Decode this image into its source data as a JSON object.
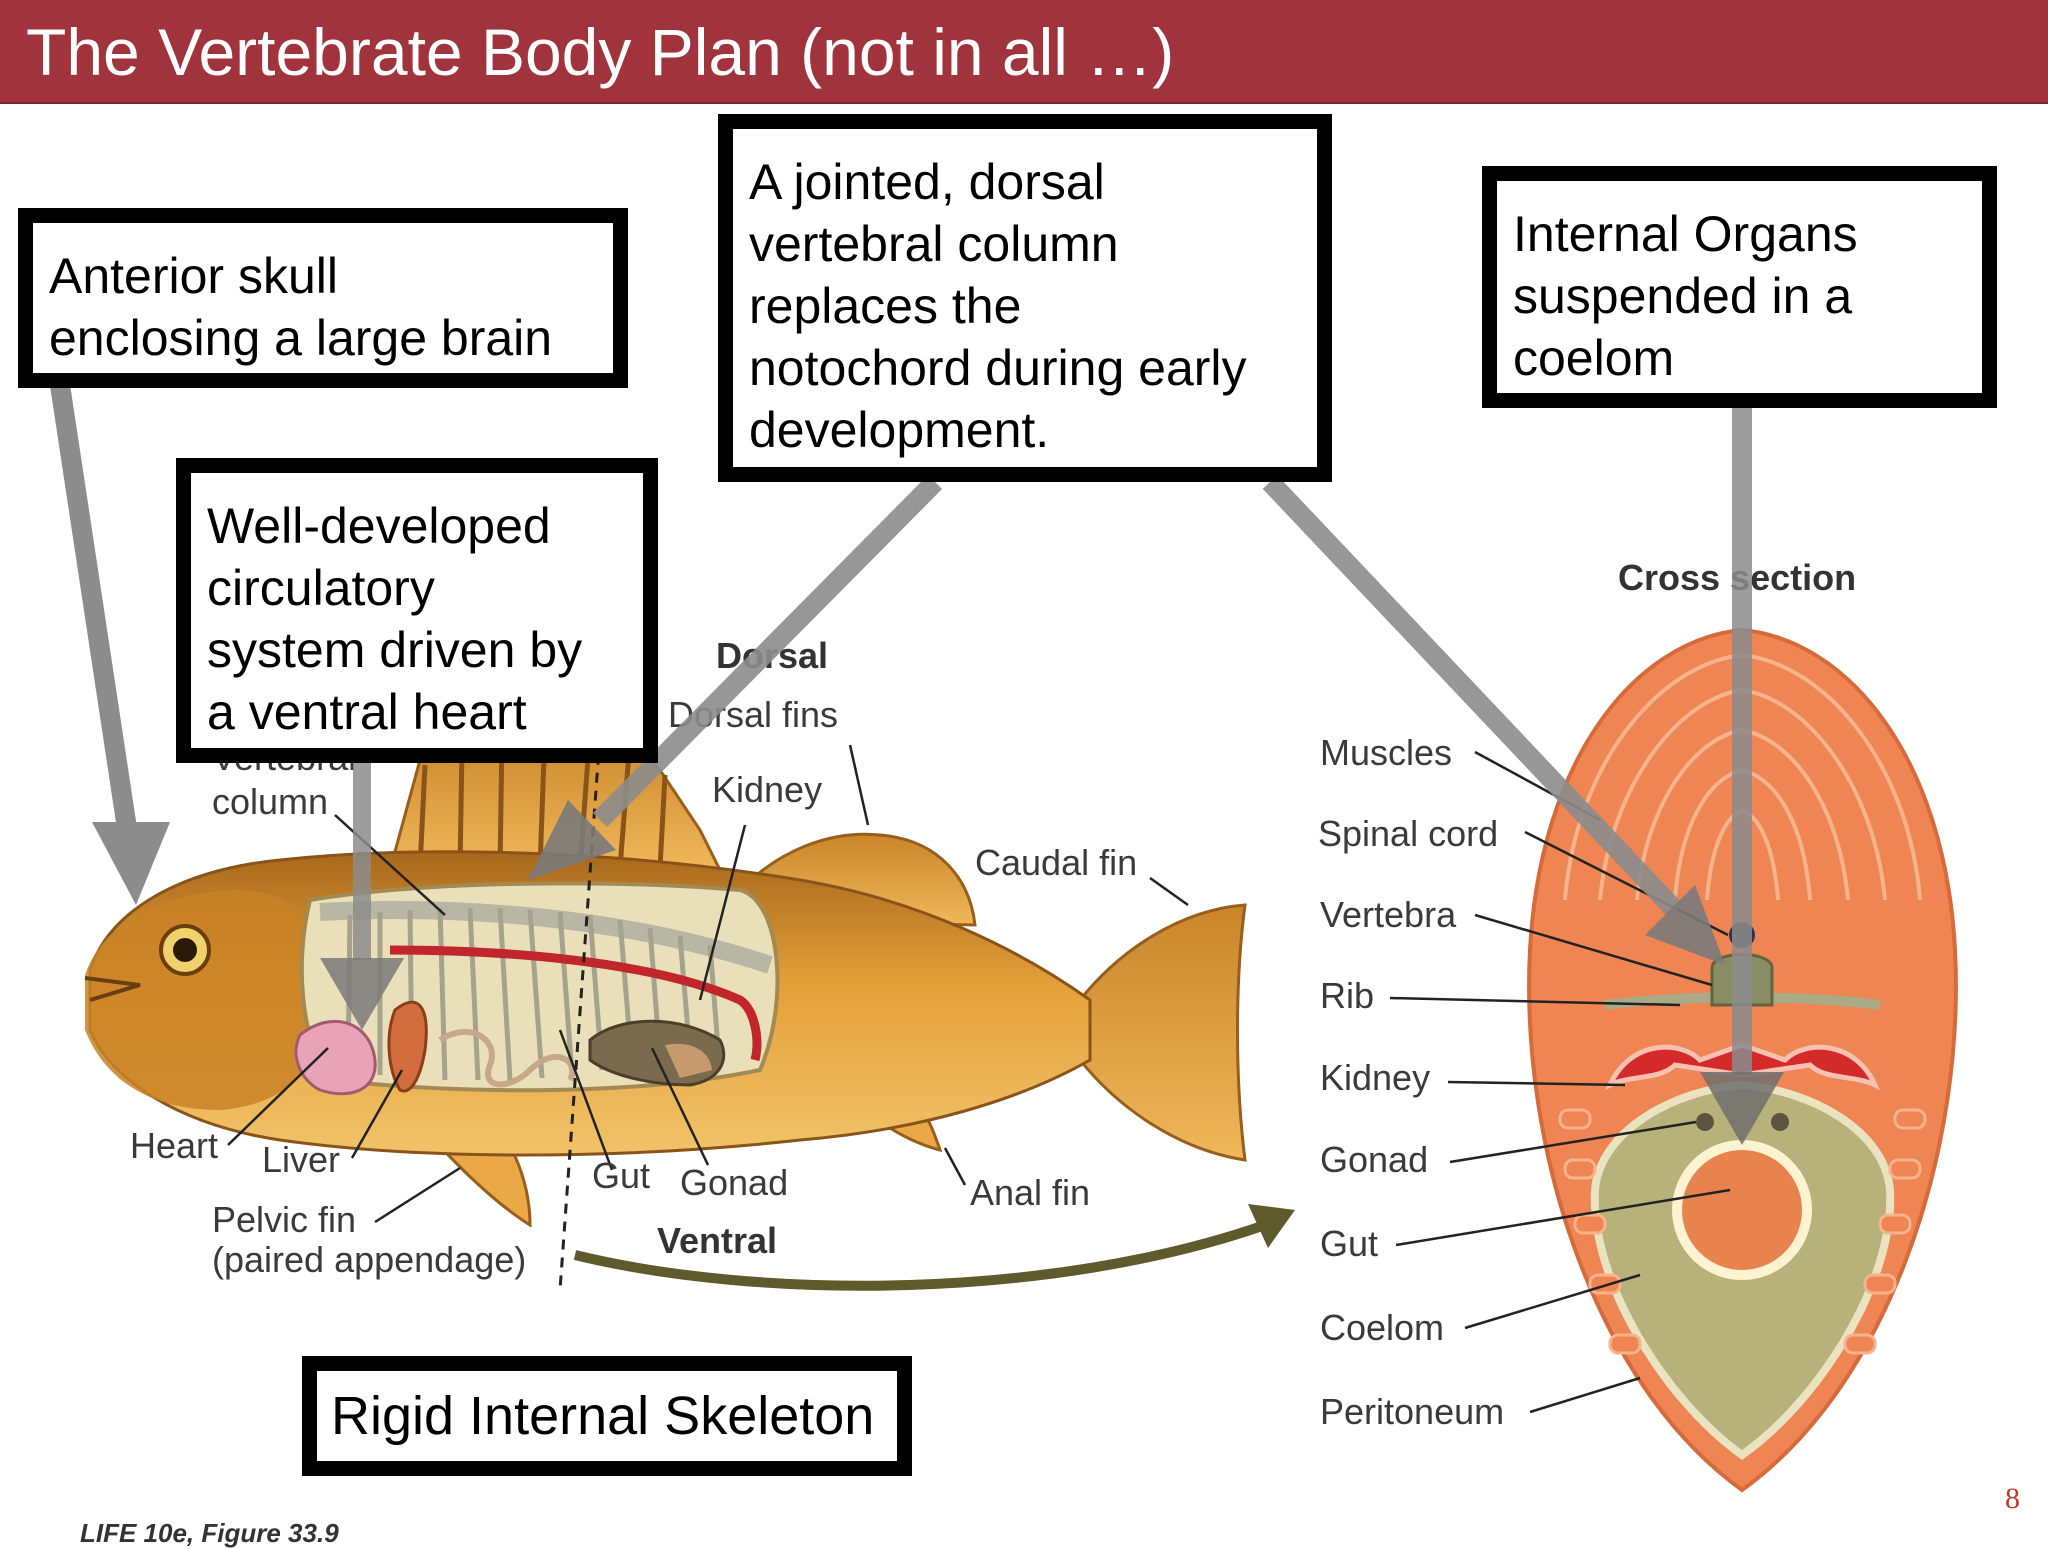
{
  "slide": {
    "title": "The Vertebrate Body Plan (not in all …)",
    "page_number": "8",
    "figure_credit": "LIFE 10e, Figure 33.9"
  },
  "callouts": {
    "skull": [
      "Anterior skull",
      "enclosing a large brain"
    ],
    "circulatory": [
      "Well-developed",
      "circulatory",
      "system driven by",
      "a ventral heart"
    ],
    "vertebral": [
      "A jointed, dorsal",
      "vertebral column",
      "replaces the",
      "notochord during early",
      "development."
    ],
    "organs": [
      "Internal Organs",
      "suspended in a",
      "coelom"
    ],
    "skeleton": "Rigid Internal Skeleton"
  },
  "fish_labels": {
    "dorsal": "Dorsal",
    "dorsal_fins": "Dorsal fins",
    "kidney": "Kidney",
    "caudal_fin": "Caudal fin",
    "vertebral_column": [
      "Vertebral",
      "column"
    ],
    "heart": "Heart",
    "liver": "Liver",
    "gut": "Gut",
    "gonad": "Gonad",
    "anal_fin": "Anal fin",
    "pelvic_fin": [
      "Pelvic fin",
      "(paired appendage)"
    ],
    "ventral": "Ventral"
  },
  "cross_section": {
    "title": "Cross section",
    "labels": [
      "Muscles",
      "Spinal cord",
      "Vertebra",
      "Rib",
      "Kidney",
      "Gonad",
      "Gut",
      "Coelom",
      "Peritoneum"
    ]
  },
  "colors": {
    "title_bar": "#a0333c",
    "muscle_orange": "#ef8552",
    "fish_body": "#d98f2a",
    "coelom_olive": "#b7b27a",
    "kidney_red": "#d42a2a",
    "arrow_gray": "#8c8c8c"
  }
}
